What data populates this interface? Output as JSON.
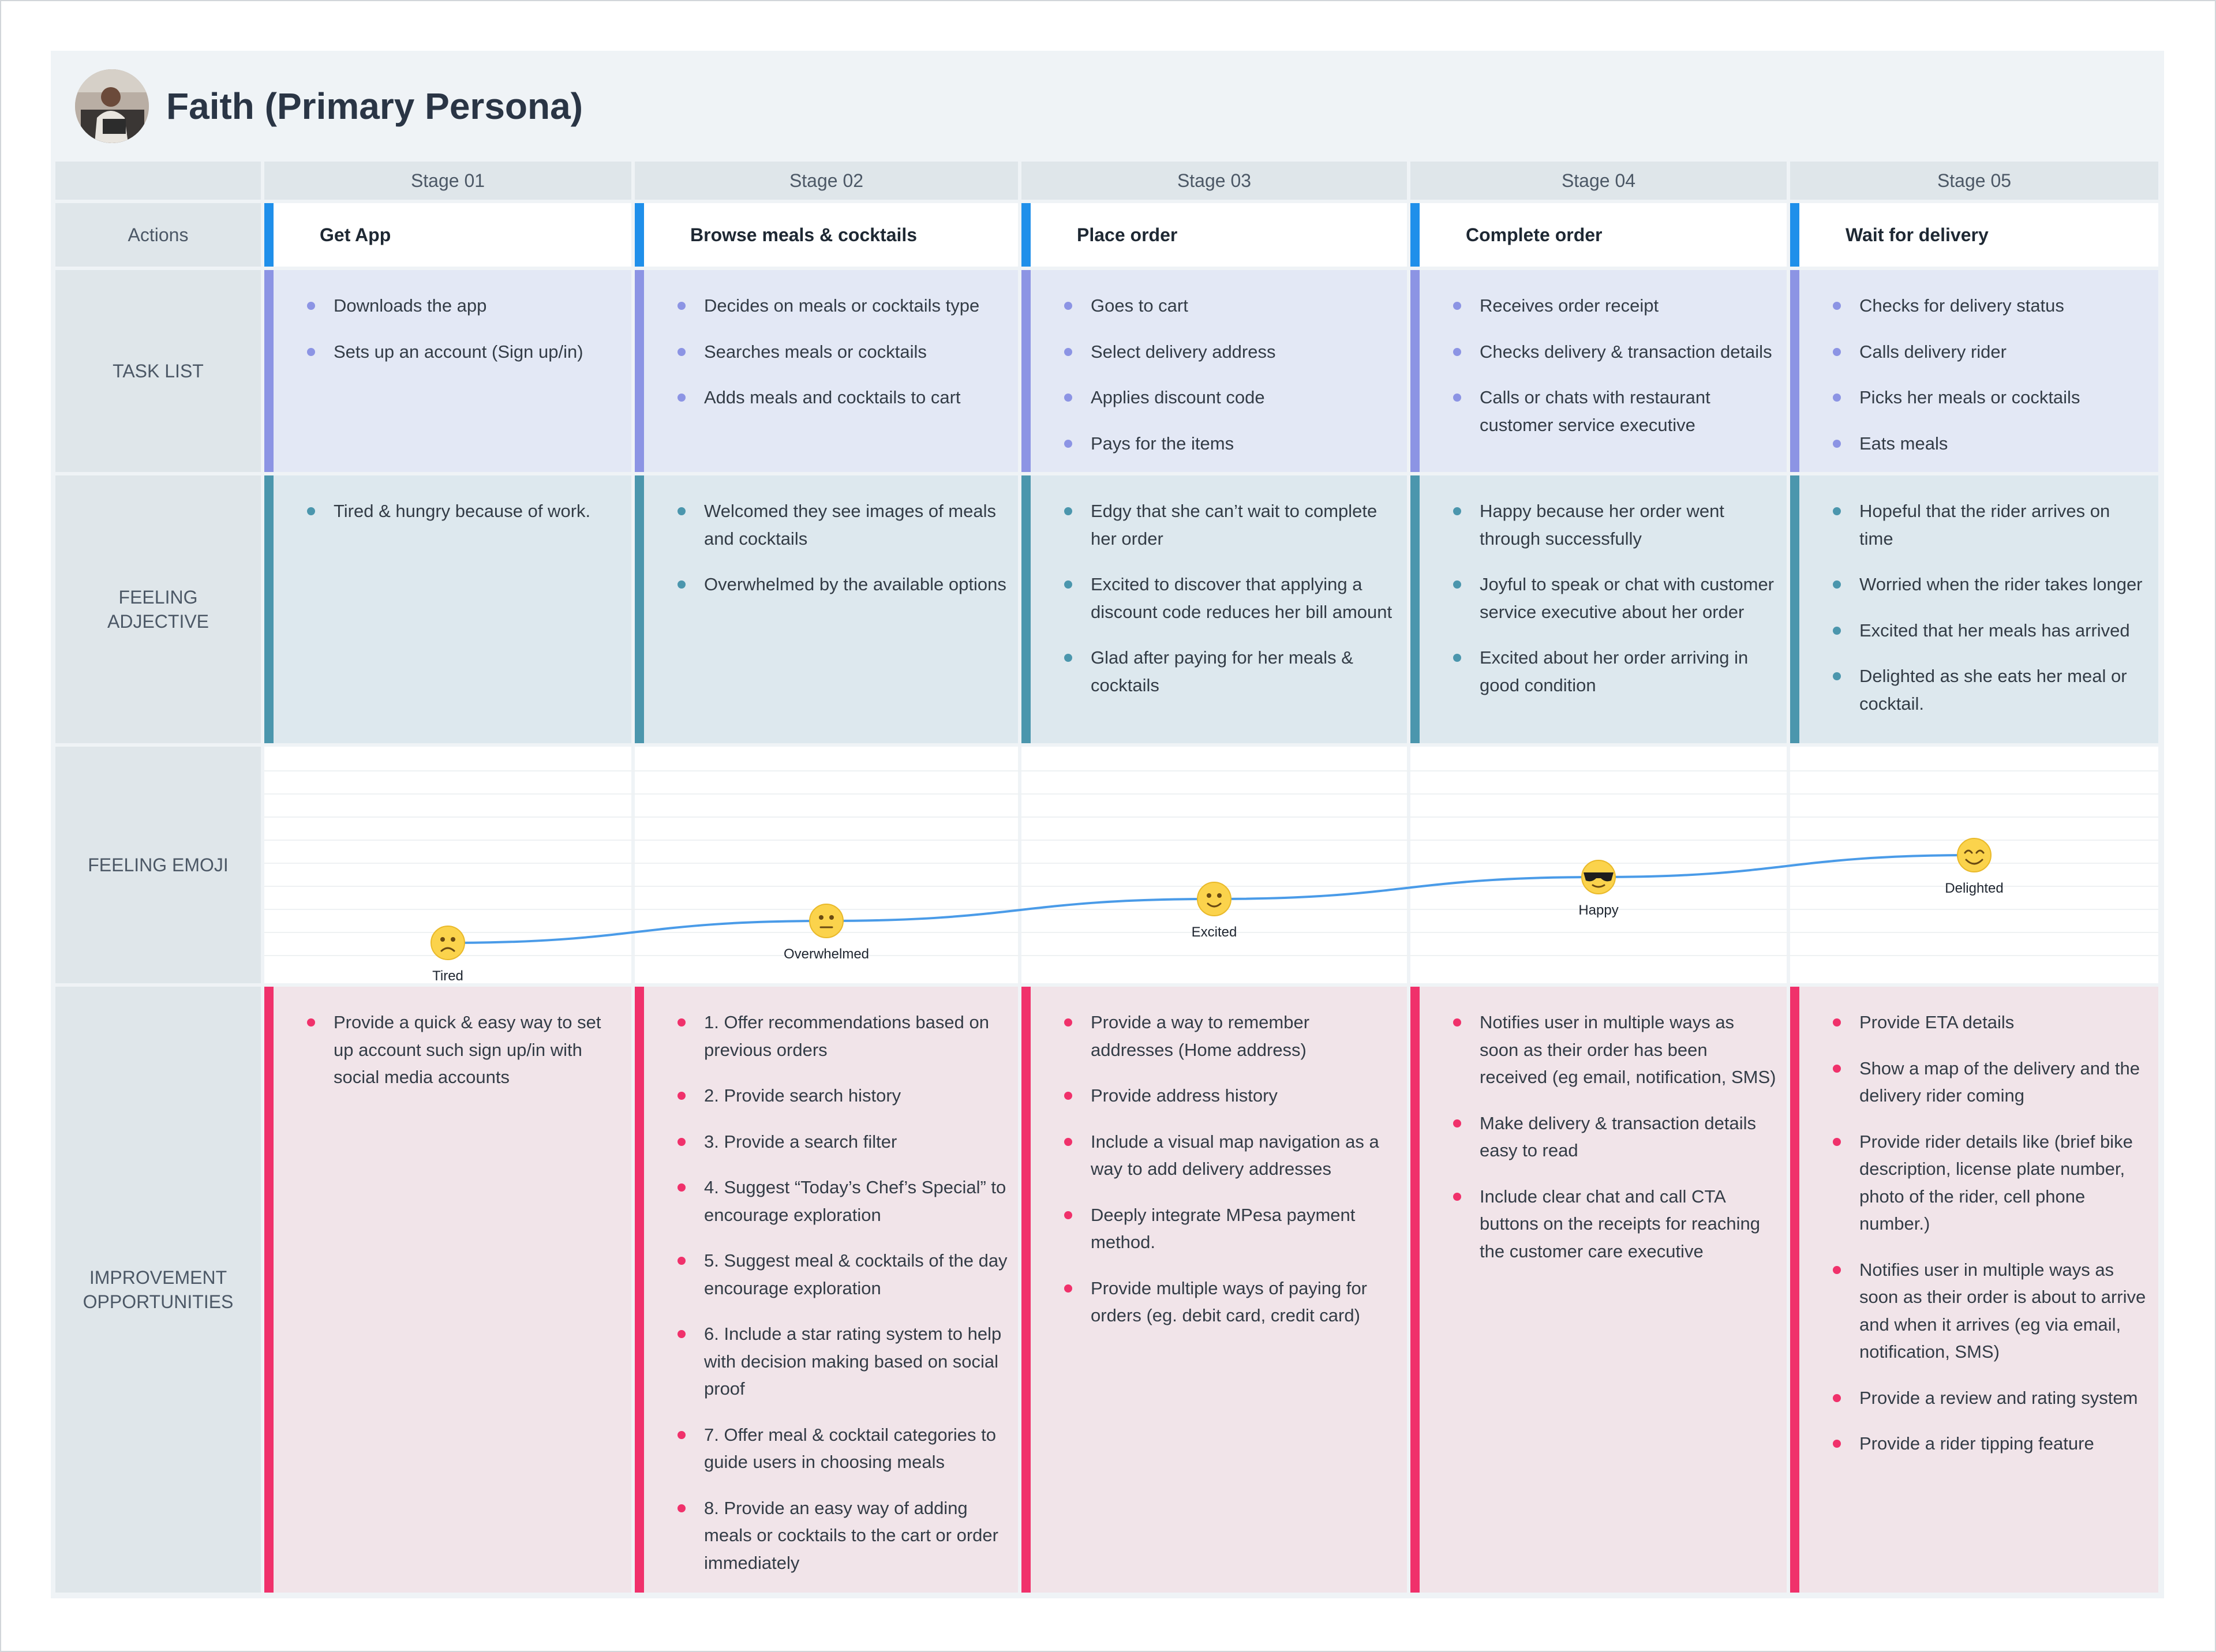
{
  "persona": {
    "title": "Faith (Primary Persona)"
  },
  "stages": [
    {
      "name": "Stage 01",
      "action": "Get App",
      "tasks": [
        "Downloads the app",
        "Sets up an account (Sign up/in)"
      ],
      "feelings": [
        "Tired & hungry because of work."
      ],
      "emoji": {
        "icon": "sad-face-icon",
        "label": "Tired",
        "level": 1
      },
      "improvements": [
        "Provide a quick & easy way to set up account such sign up/in with social media accounts"
      ]
    },
    {
      "name": "Stage 02",
      "action": "Browse meals & cocktails",
      "tasks": [
        "Decides on meals or cocktails type",
        "Searches meals or cocktails",
        "Adds meals and cocktails to cart"
      ],
      "feelings": [
        "Welcomed they see images of meals and cocktails",
        "Overwhelmed by the available options"
      ],
      "emoji": {
        "icon": "neutral-face-icon",
        "label": "Overwhelmed",
        "level": 2
      },
      "improvements": [
        "1. Offer recommendations based on previous orders",
        "2. Provide search history",
        "3. Provide a search filter",
        "4. Suggest “Today’s Chef’s Special” to encourage exploration",
        "5. Suggest meal & cocktails of the day encourage exploration",
        "6. Include a star rating system to help with decision making based on social proof",
        "7. Offer meal & cocktail categories to guide users in choosing meals",
        "8. Provide an easy way of adding meals or cocktails to the cart or order immediately"
      ]
    },
    {
      "name": "Stage 03",
      "action": "Place order",
      "tasks": [
        "Goes to cart",
        "Select delivery address",
        "Applies discount code",
        "Pays for the items"
      ],
      "feelings": [
        "Edgy that she can’t wait to complete her order",
        "Excited to discover that applying a discount code reduces her bill amount",
        "Glad after paying for her meals & cocktails"
      ],
      "emoji": {
        "icon": "smiling-face-icon",
        "label": "Excited",
        "level": 3
      },
      "improvements": [
        "Provide a way to remember addresses (Home address)",
        "Provide address history",
        "Include a visual map navigation as a way to add delivery addresses",
        "Deeply integrate MPesa payment method.",
        "Provide multiple ways of paying for orders (eg. debit card, credit card)"
      ]
    },
    {
      "name": "Stage 04",
      "action": "Complete order",
      "tasks": [
        "Receives order receipt",
        "Checks delivery & transaction details",
        "Calls or chats with restaurant customer service executive"
      ],
      "feelings": [
        "Happy because her order went through successfully",
        "Joyful to speak or chat with customer service executive about her order",
        "Excited about her order arriving in good condition"
      ],
      "emoji": {
        "icon": "sunglasses-face-icon",
        "label": "Happy",
        "level": 4
      },
      "improvements": [
        "Notifies user in multiple ways as soon as their order has been received (eg email, notification, SMS)",
        "Make delivery & transaction details easy to read",
        "Include clear chat and call CTA buttons on the receipts for reaching the customer care executive"
      ]
    },
    {
      "name": "Stage 05",
      "action": "Wait for delivery",
      "tasks": [
        "Checks for delivery status",
        "Calls delivery rider",
        "Picks her meals or cocktails",
        "Eats meals"
      ],
      "feelings": [
        "Hopeful that the rider arrives on time",
        "Worried when the rider takes longer",
        "Excited that her meals has arrived",
        "Delighted as she eats her meal or cocktail."
      ],
      "emoji": {
        "icon": "delighted-face-icon",
        "label": "Delighted",
        "level": 5
      },
      "improvements": [
        "Provide ETA details",
        "Show a map of the delivery and the delivery rider coming",
        "Provide rider details like (brief bike description, license plate number, photo of the rider, cell phone number.)",
        "Notifies user in multiple ways as soon as their order is about to arrive and when it arrives (eg via email, notification, SMS)",
        "Provide a review and rating system",
        "Provide a rider tipping feature"
      ]
    }
  ],
  "row_headers": {
    "actions": "Actions",
    "tasks": "Task List",
    "feelings": "Feeling\nAdjective",
    "emoji": "Feeling Emoji",
    "improvements": "Improvement\nOpportunities"
  },
  "colors": {
    "action_accent": "#1f8fea",
    "task_accent": "#8c94e4",
    "feeling_accent": "#4b96ad",
    "improvement_accent": "#f0316b",
    "emoji_line": "#4a9be8",
    "emoji_face": "#fbd34c"
  }
}
